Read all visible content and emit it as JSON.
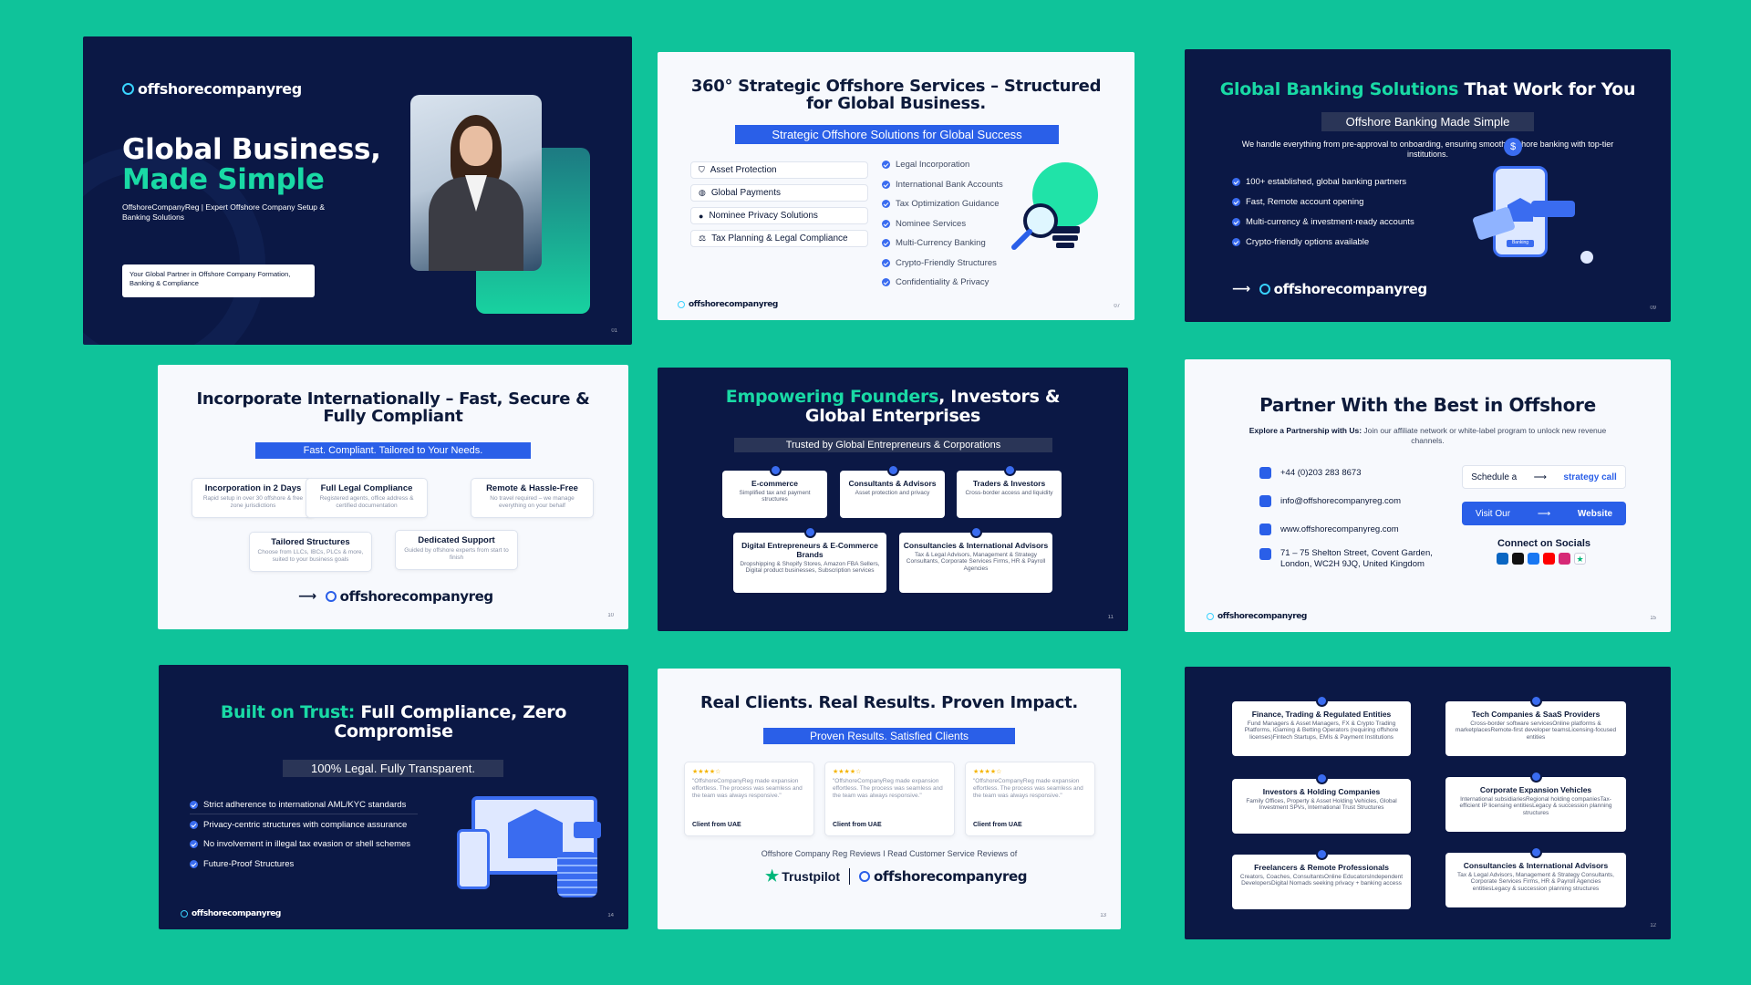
{
  "brand": {
    "name": "offshorecompanyreg",
    "accent": "#19d9a5",
    "blue": "#2a5fe8",
    "navy": "#0b1845",
    "background": "#0fc39a"
  },
  "s1": {
    "title1": "Global Business,",
    "title2": "Made Simple",
    "subtitle": "OffshoreCompanyReg | Expert Offshore Company Setup & Banking Solutions",
    "box": "Your Global Partner in Offshore Company Formation, Banking & Compliance",
    "page": "01"
  },
  "s2": {
    "title": "360° Strategic Offshore Services – Structured for Global Business.",
    "pill": "Strategic Offshore Solutions for Global Success",
    "tags": [
      "Asset Protection",
      "Global Payments",
      "Nominee Privacy Solutions",
      "Tax Planning & Legal Compliance"
    ],
    "checks": [
      "Legal Incorporation",
      "International Bank Accounts",
      "Tax Optimization Guidance",
      "Nominee Services",
      "Multi-Currency Banking",
      "Crypto-Friendly Structures",
      "Confidentiality & Privacy"
    ],
    "page": "07"
  },
  "s3": {
    "title_accent": "Global Banking Solutions",
    "title_rest": " That Work for You",
    "pill": "Offshore Banking Made Simple",
    "desc": "We handle everything from pre-approval to onboarding, ensuring smooth offshore banking with top-tier institutions.",
    "checks": [
      "100+ established, global banking partners",
      "Fast, Remote account opening",
      "Multi-currency & investment-ready accounts",
      "Crypto-friendly options available"
    ],
    "phone_label": "Banking",
    "page": "09"
  },
  "s4": {
    "title": "Incorporate Internationally – Fast, Secure & Fully Compliant",
    "pill": "Fast. Compliant. Tailored to Your Needs.",
    "cards": [
      {
        "t": "Incorporation in 2 Days",
        "d": "Rapid setup in over 30 offshore & free zone jurisdictions"
      },
      {
        "t": "Full Legal Compliance",
        "d": "Registered agents, office address & certified documentation"
      },
      {
        "t": "Remote & Hassle-Free",
        "d": "No travel required – we manage everything on your behalf"
      },
      {
        "t": "Tailored Structures",
        "d": "Choose from LLCs, IBCs, PLCs & more, suited to your business goals"
      },
      {
        "t": "Dedicated Support",
        "d": "Guided by offshore experts from start to finish"
      }
    ],
    "page": "10"
  },
  "s5": {
    "title_accent": "Empowering Founders",
    "title_rest": ", Investors & Global Enterprises",
    "pill": "Trusted by Global Entrepreneurs & Corporations",
    "cards": [
      {
        "t": "E-commerce",
        "d": "Simplified tax and payment structures"
      },
      {
        "t": "Consultants & Advisors",
        "d": "Asset protection and privacy"
      },
      {
        "t": "Traders & Investors",
        "d": "Cross-border access and liquidity"
      },
      {
        "t": "Digital Entrepreneurs & E-Commerce Brands",
        "d": "Dropshipping & Shopify Stores, Amazon FBA Sellers, Digital product businesses, Subscription services"
      },
      {
        "t": "Consultancies & International Advisors",
        "d": "Tax & Legal Advisors, Management & Strategy Consultants, Corporate Services Firms, HR & Payroll Agencies"
      }
    ],
    "page": "11"
  },
  "s6": {
    "title": "Partner With the Best in Offshore",
    "lead_bold": "Explore a Partnership with Us:",
    "lead_rest": " Join our affiliate network or white-label program to unlock new revenue channels.",
    "contacts": [
      "+44 (0)203 283 8673",
      "info@offshorecompanyreg.com",
      "www.offshorecompanyreg.com",
      "71 – 75 Shelton Street, Covent Garden, London, WC2H 9JQ, United Kingdom"
    ],
    "schedule_a": "Schedule a",
    "strategy_call": "strategy call",
    "visit_our": "Visit Our",
    "website": "Website",
    "socials": "Connect on Socials",
    "page": "15"
  },
  "s7": {
    "title_accent": "Built on Trust:",
    "title_rest": " Full Compliance, Zero Compromise",
    "pill": "100% Legal. Fully Transparent.",
    "checks": [
      "Strict adherence to international AML/KYC standards",
      "Privacy-centric structures with compliance assurance",
      "No involvement in illegal tax evasion or shell schemes",
      "Future-Proof Structures"
    ],
    "page": "14"
  },
  "s8": {
    "title": "Real Clients. Real Results. Proven Impact.",
    "pill": "Proven Results. Satisfied Clients",
    "reviews": [
      {
        "text": "\"OffshoreCompanyReg made expansion effortless. The process was seamless and the team was always responsive.\"",
        "client": "Client from UAE"
      },
      {
        "text": "\"OffshoreCompanyReg made expansion effortless. The process was seamless and the team was always responsive.\"",
        "client": "Client from UAE"
      },
      {
        "text": "\"OffshoreCompanyReg made expansion effortless. The process was seamless and the team was always responsive.\"",
        "client": "Client from UAE"
      }
    ],
    "stars": "★★★★☆",
    "footer": "Offshore Company Reg Reviews I Read Customer Service Reviews of",
    "trustpilot": "Trustpilot",
    "page": "13"
  },
  "s9": {
    "cards": [
      {
        "t": "Finance, Trading & Regulated Entities",
        "d": "Fund Managers & Asset Managers, FX & Crypto Trading Platforms, iGaming & Betting Operators (requiring offshore licenses)Fintech Startups, EMIs & Payment Institutions"
      },
      {
        "t": "Tech Companies & SaaS Providers",
        "d": "Cross-border software servicesOnline platforms & marketplacesRemote-first developer teamsLicensing-focused entities"
      },
      {
        "t": "Investors & Holding Companies",
        "d": "Family Offices, Property & Asset Holding Vehicles, Global Investment SPVs, International Trust Structures"
      },
      {
        "t": "Corporate Expansion Vehicles",
        "d": "International subsidiariesRegional holding companiesTax-efficient IP licensing entitiesLegacy & succession planning structures"
      },
      {
        "t": "Freelancers & Remote Professionals",
        "d": "Creators, Coaches, ConsultantsOnline EducatorsIndependent DevelopersDigital Nomads seeking privacy + banking access"
      },
      {
        "t": "Consultancies & International Advisors",
        "d": "Tax & Legal Advisors, Management & Strategy Consultants, Corporate Services Firms, HR & Payroll Agencies entitiesLegacy & succession planning structures"
      }
    ],
    "page": "12"
  }
}
